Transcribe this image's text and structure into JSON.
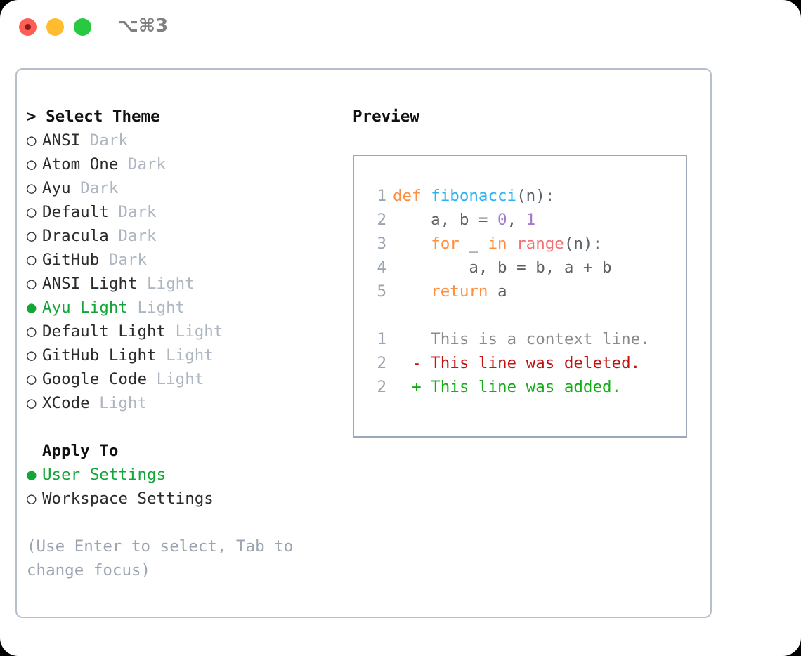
{
  "window": {
    "shortcut": "⌥⌘3",
    "traffic_lights": [
      "close",
      "minimize",
      "maximize"
    ],
    "colors": {
      "close": "#fd5f57",
      "minimize": "#febc2e",
      "maximize": "#28c840",
      "accent_green": "#13a538",
      "border": "#b6bfcb",
      "dim_text": "#aeb6c2"
    }
  },
  "theme_picker": {
    "header": "> Select Theme",
    "marker_selected": "●",
    "marker_unselected": "○",
    "items": [
      {
        "marker": "○",
        "name": "ANSI",
        "tag": "Dark",
        "selected": false
      },
      {
        "marker": "○",
        "name": "Atom One",
        "tag": "Dark",
        "selected": false
      },
      {
        "marker": "○",
        "name": "Ayu",
        "tag": "Dark",
        "selected": false
      },
      {
        "marker": "○",
        "name": "Default",
        "tag": "Dark",
        "selected": false
      },
      {
        "marker": "○",
        "name": "Dracula",
        "tag": "Dark",
        "selected": false
      },
      {
        "marker": "○",
        "name": "GitHub",
        "tag": "Dark",
        "selected": false
      },
      {
        "marker": "○",
        "name": "ANSI Light",
        "tag": "Light",
        "selected": false
      },
      {
        "marker": "●",
        "name": "Ayu Light",
        "tag": "Light",
        "selected": true
      },
      {
        "marker": "○",
        "name": "Default Light",
        "tag": "Light",
        "selected": false
      },
      {
        "marker": "○",
        "name": "GitHub Light",
        "tag": "Light",
        "selected": false
      },
      {
        "marker": "○",
        "name": "Google Code",
        "tag": "Light",
        "selected": false
      },
      {
        "marker": "○",
        "name": "XCode",
        "tag": "Light",
        "selected": false
      }
    ]
  },
  "apply_to": {
    "header": "Apply To",
    "items": [
      {
        "marker": "●",
        "name": "User Settings",
        "selected": true
      },
      {
        "marker": "○",
        "name": "Workspace Settings",
        "selected": false
      }
    ]
  },
  "hint": "(Use Enter to select, Tab to change focus)",
  "preview": {
    "title": "Preview",
    "code_lines": [
      {
        "num": "1",
        "tokens": [
          {
            "t": "def ",
            "c": "kw"
          },
          {
            "t": "fibonacci",
            "c": "fn"
          },
          {
            "t": "(n):",
            "c": "pln"
          }
        ]
      },
      {
        "num": "2",
        "tokens": [
          {
            "t": "    a, b = ",
            "c": "pln"
          },
          {
            "t": "0",
            "c": "num"
          },
          {
            "t": ", ",
            "c": "pln"
          },
          {
            "t": "1",
            "c": "num"
          }
        ]
      },
      {
        "num": "3",
        "tokens": [
          {
            "t": "    ",
            "c": "pln"
          },
          {
            "t": "for",
            "c": "kw"
          },
          {
            "t": " _ ",
            "c": "pln"
          },
          {
            "t": "in",
            "c": "kw"
          },
          {
            "t": " ",
            "c": "pln"
          },
          {
            "t": "range",
            "c": "call"
          },
          {
            "t": "(n):",
            "c": "pln"
          }
        ]
      },
      {
        "num": "4",
        "tokens": [
          {
            "t": "        a, b = b, a + b",
            "c": "pln"
          }
        ]
      },
      {
        "num": "5",
        "tokens": [
          {
            "t": "    ",
            "c": "pln"
          },
          {
            "t": "return",
            "c": "kw"
          },
          {
            "t": " a",
            "c": "pln"
          }
        ]
      }
    ],
    "diff_lines": [
      {
        "num": "1",
        "sign": "  ",
        "text": "This is a context line.",
        "kind": "ctx"
      },
      {
        "num": "2",
        "sign": "- ",
        "text": "This line was deleted.",
        "kind": "del"
      },
      {
        "num": "2",
        "sign": "+ ",
        "text": "This line was added.",
        "kind": "add"
      }
    ],
    "syntax_colors": {
      "keyword": "#ff8f40",
      "function": "#2bb2f0",
      "number": "#a37acc",
      "call": "#f07171",
      "plain": "#5c6166",
      "line_number": "#9aa5b1",
      "diff_context": "#8a8a8a",
      "diff_deleted": "#c01414",
      "diff_added": "#14ad14"
    }
  }
}
